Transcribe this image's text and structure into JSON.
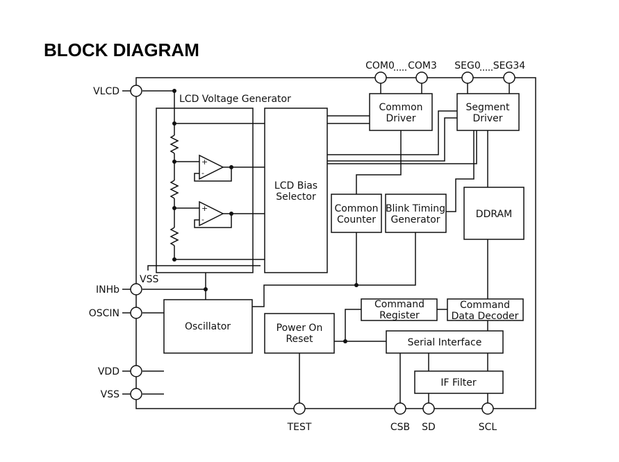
{
  "title": "BLOCK DIAGRAM",
  "pins": {
    "vlcd": "VLCD",
    "inhb": "INHb",
    "oscin": "OSCIN",
    "vdd": "VDD",
    "vss": "VSS",
    "vss_internal": "VSS",
    "test": "TEST",
    "csb": "CSB",
    "sd": "SD",
    "scl": "SCL",
    "com0": "COM0",
    "com3": "COM3",
    "seg0": "SEG0",
    "seg34": "SEG34"
  },
  "blocks": {
    "lcd_voltage_generator": "LCD Voltage Generator",
    "lcd_bias_selector": [
      "LCD Bias",
      "Selector"
    ],
    "common_driver": [
      "Common",
      "Driver"
    ],
    "segment_driver": [
      "Segment",
      "Driver"
    ],
    "common_counter": [
      "Common",
      "Counter"
    ],
    "blink_timing_generator": [
      "Blink Timing",
      "Generator"
    ],
    "ddram": "DDRAM",
    "command_register": [
      "Command",
      "Register"
    ],
    "command_data_decoder": [
      "Command",
      "Data Decoder"
    ],
    "oscillator": "Oscillator",
    "power_on_reset": [
      "Power On",
      "Reset"
    ],
    "serial_interface": "Serial Interface",
    "if_filter": "IF Filter"
  },
  "opamp_signs": {
    "plus": "+",
    "minus": "-"
  }
}
